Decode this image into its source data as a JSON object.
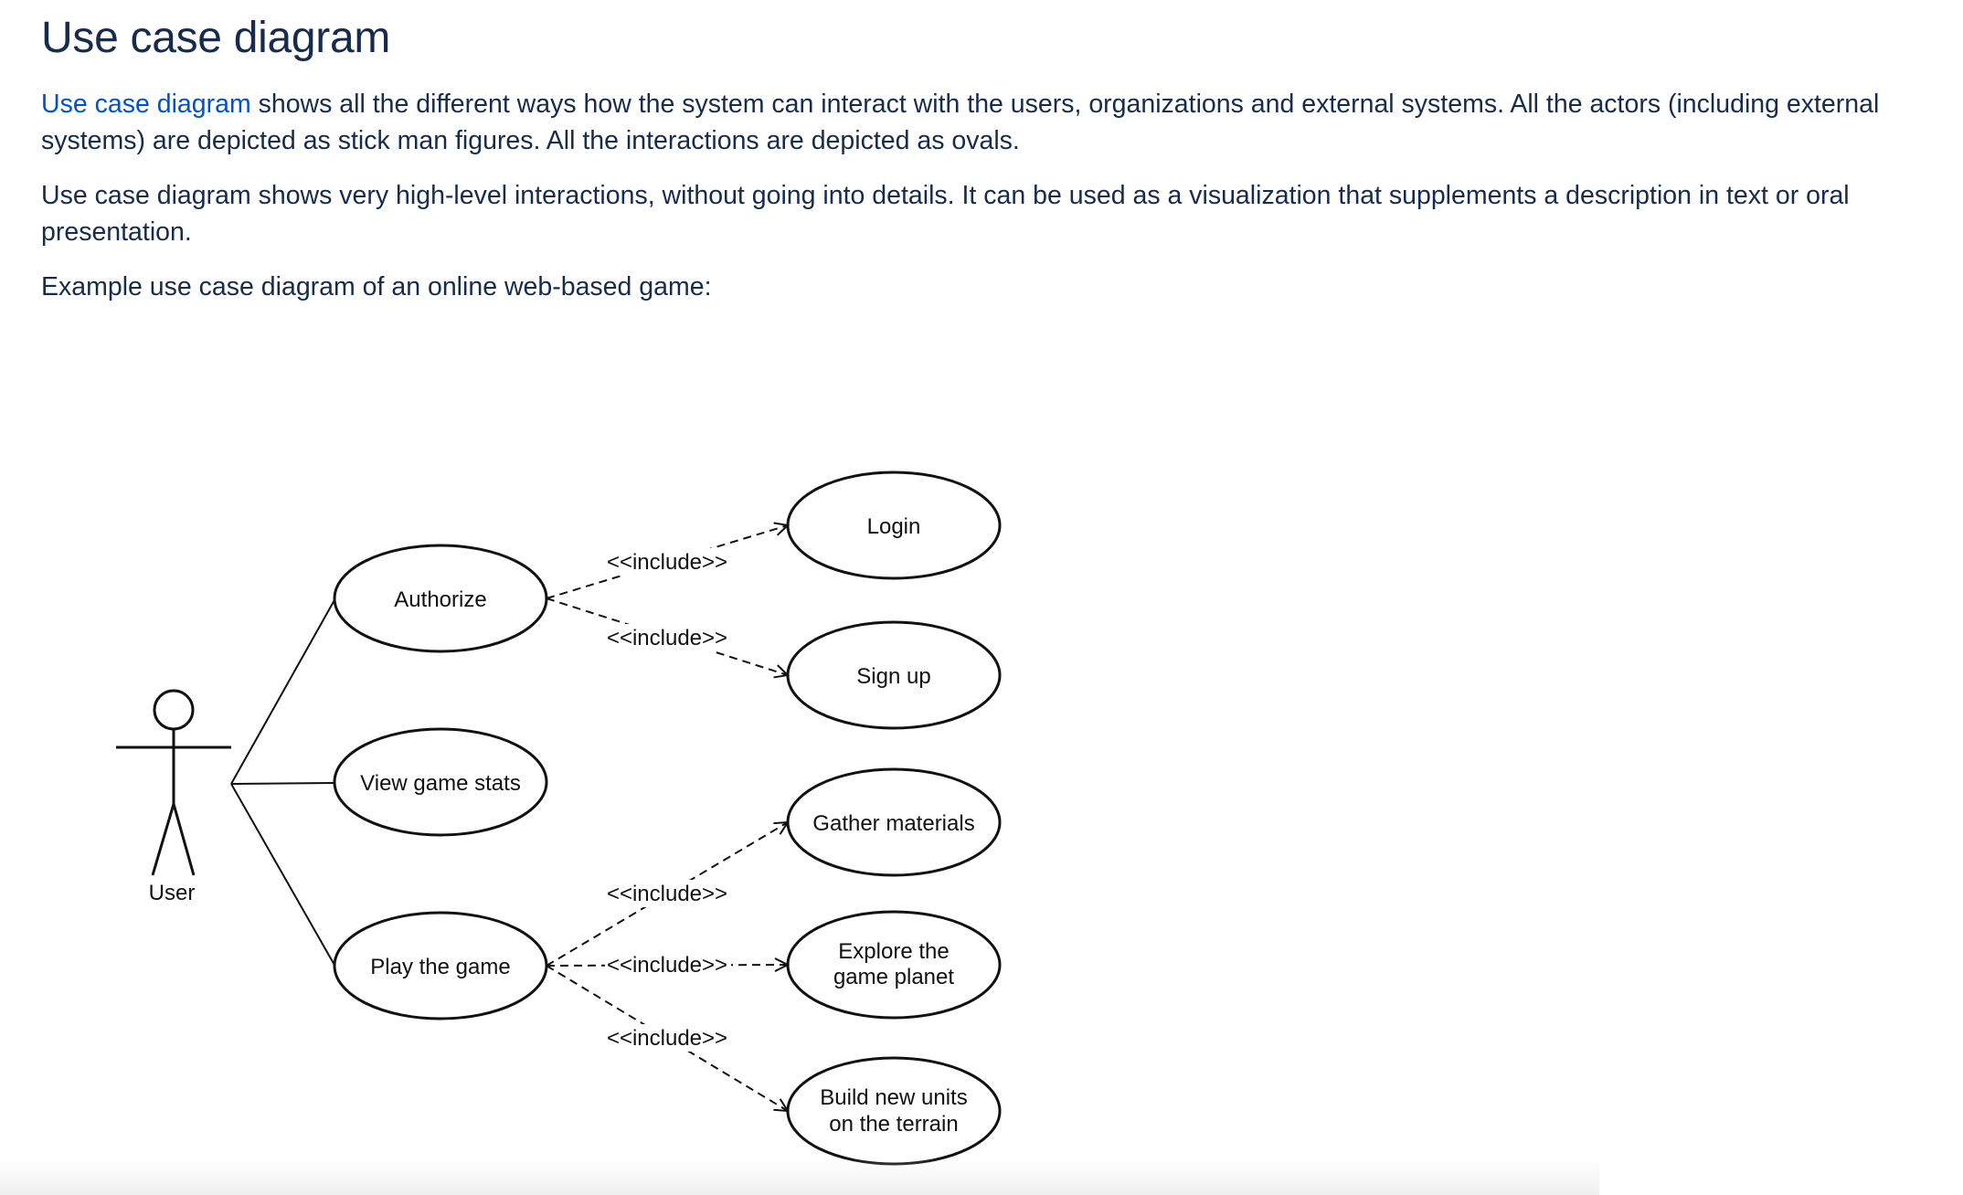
{
  "page": {
    "title": "Use case diagram",
    "paragraph1": {
      "link_text": "Use case diagram",
      "text_line1": " shows all the different ways how the system can interact with the users, organizations and external systems. All the actors (including external",
      "text_line2": "systems) are depicted as stick man figures. All the interactions are depicted as ovals."
    },
    "paragraph2": {
      "line1": "Use case diagram shows very high-level interactions, without going into details. It can be used as a visualization that supplements a description in text or oral",
      "line2": "presentation."
    },
    "paragraph3": "Example use case diagram of an online web-based game:"
  },
  "diagram": {
    "actor": {
      "label": "User"
    },
    "use_cases": {
      "authorize": "Authorize",
      "view_stats": "View game stats",
      "play_game": "Play the game",
      "login": "Login",
      "signup": "Sign up",
      "gather": "Gather materials",
      "explore_1": "Explore the",
      "explore_2": "game planet",
      "build_1": "Build new units",
      "build_2": "on the terrain"
    },
    "relation_label": "<<include>>",
    "colors": {
      "stroke": "#111111",
      "link": "#0052cc",
      "text": "#172b4d"
    }
  }
}
